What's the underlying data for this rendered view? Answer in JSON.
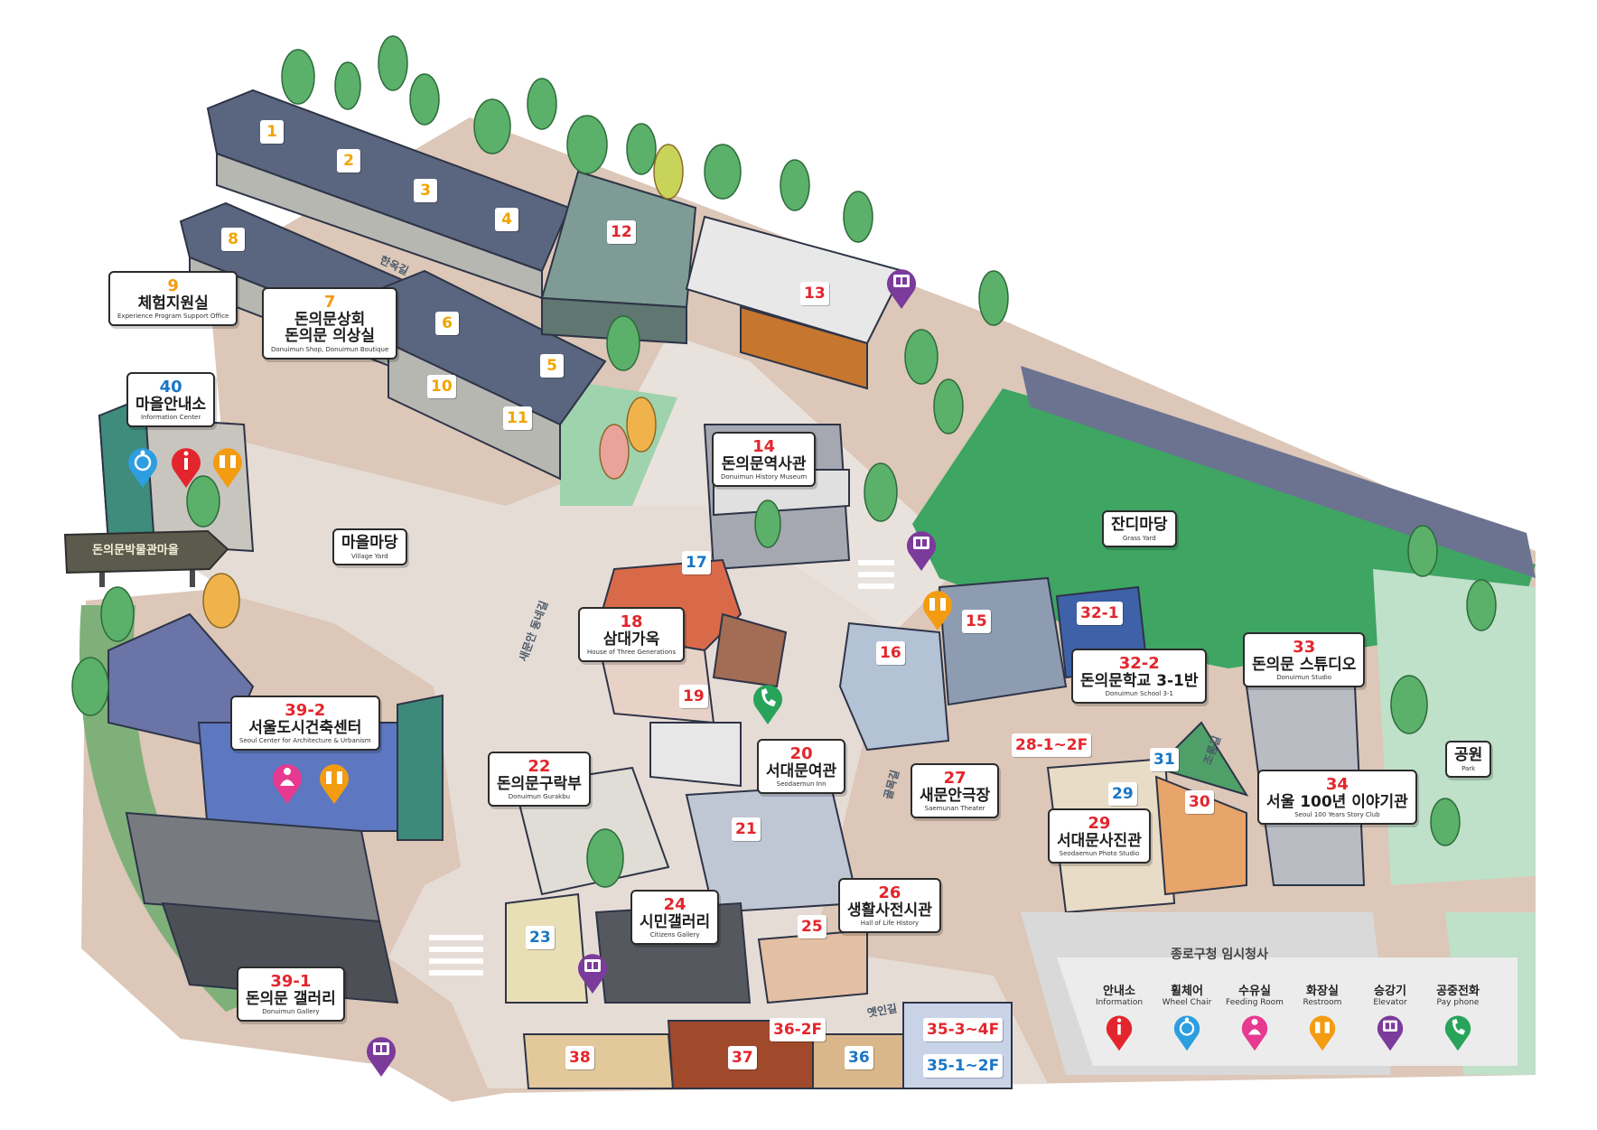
{
  "colors": {
    "ground": "#dcc7b8",
    "lawn": "#3ea563",
    "roof": "#5a657f",
    "red_label": "#e3262d",
    "blue_label": "#1976c6",
    "yellow_label": "#f0a500"
  },
  "labels": {
    "l9": {
      "num": "9",
      "ko": "체험지원실",
      "en": "Experience Program Support Office"
    },
    "l7": {
      "num": "7",
      "ko": "돈의문상회",
      "ko2": "돈의문 의상실",
      "en": "Donuimun Shop, Donuimun Boutique"
    },
    "l40": {
      "num": "40",
      "ko": "마을안내소",
      "en": "Information Center"
    },
    "village_yard": {
      "ko": "마을마당",
      "en": "Village Yard"
    },
    "l14": {
      "num": "14",
      "ko": "돈의문역사관",
      "en": "Donuimun History Museum"
    },
    "grass_yard": {
      "ko": "잔디마당",
      "en": "Grass Yard"
    },
    "l18": {
      "num": "18",
      "ko": "삼대가옥",
      "en": "House of Three Generations"
    },
    "l32_1": {
      "num": "32-1"
    },
    "l32_2": {
      "num": "32-2",
      "ko": "돈의문학교 3-1반",
      "en": "Donuimun School 3-1"
    },
    "l33": {
      "num": "33",
      "ko": "돈의문 스튜디오",
      "en": "Donuimun Studio"
    },
    "park": {
      "ko": "공원",
      "en": "Park"
    },
    "l39_2": {
      "num": "39-2",
      "ko": "서울도시건축센터",
      "en": "Seoul Center for Architecture & Urbanism"
    },
    "l22": {
      "num": "22",
      "ko": "돈의문구락부",
      "en": "Donuimun Gurakbu"
    },
    "l20": {
      "num": "20",
      "ko": "서대문여관",
      "en": "Seodaemun Inn"
    },
    "l28": {
      "num": "28-1~2F"
    },
    "l27": {
      "num": "27",
      "ko": "새문안극장",
      "en": "Saemunan Theater"
    },
    "l29": {
      "num": "29",
      "ko": "서대문사진관",
      "en": "Seodaemun Photo Studio"
    },
    "l34": {
      "num": "34",
      "ko": "서울 100년 이야기관",
      "en": "Seoul 100 Years Story Club"
    },
    "l24": {
      "num": "24",
      "ko": "시민갤러리",
      "en": "Citizens Gallery"
    },
    "l26": {
      "num": "26",
      "ko": "생활사전시관",
      "en": "Hall of Life History"
    },
    "l39_1": {
      "num": "39-1",
      "ko": "돈의문 갤러리",
      "en": "Donuimun Gallery"
    },
    "l36_2": {
      "num": "36-2F"
    },
    "l35_3": {
      "num": "35-3~4F"
    },
    "l35_1": {
      "num": "35-1~2F"
    }
  },
  "badges": {
    "b1": "1",
    "b2": "2",
    "b3": "3",
    "b4": "4",
    "b5": "5",
    "b6": "6",
    "b8": "8",
    "b10": "10",
    "b11": "11",
    "b12": "12",
    "b13": "13",
    "b15": "15",
    "b16": "16",
    "b17": "17",
    "b19": "19",
    "b21": "21",
    "b23": "23",
    "b25": "25",
    "b29": "29",
    "b30": "30",
    "b31": "31",
    "b36": "36",
    "b37": "37",
    "b38": "38"
  },
  "roads": {
    "hanok": "한옥길",
    "saemunan": "새문안 동네길",
    "alley": "골목길",
    "old": "옛인길",
    "jorong": "조롱길"
  },
  "sign": {
    "ko": "돈의문박물관마을"
  },
  "legend": {
    "title": "종로구청 임시청사",
    "items": [
      {
        "ko": "안내소",
        "en": "Information",
        "icon": "info-icon",
        "color": "#e3262d"
      },
      {
        "ko": "휠체어",
        "en": "Wheel Chair",
        "icon": "wheelchair-icon",
        "color": "#2d9ee0"
      },
      {
        "ko": "수유실",
        "en": "Feeding Room",
        "icon": "feeding-room-icon",
        "color": "#e6398f"
      },
      {
        "ko": "화장실",
        "en": "Restroom",
        "icon": "restroom-icon",
        "color": "#f39c12"
      },
      {
        "ko": "승강기",
        "en": "Elevator",
        "icon": "elevator-icon",
        "color": "#7b3b9b"
      },
      {
        "ko": "공중전화",
        "en": "Pay phone",
        "icon": "payphone-icon",
        "color": "#28a35a"
      }
    ]
  }
}
